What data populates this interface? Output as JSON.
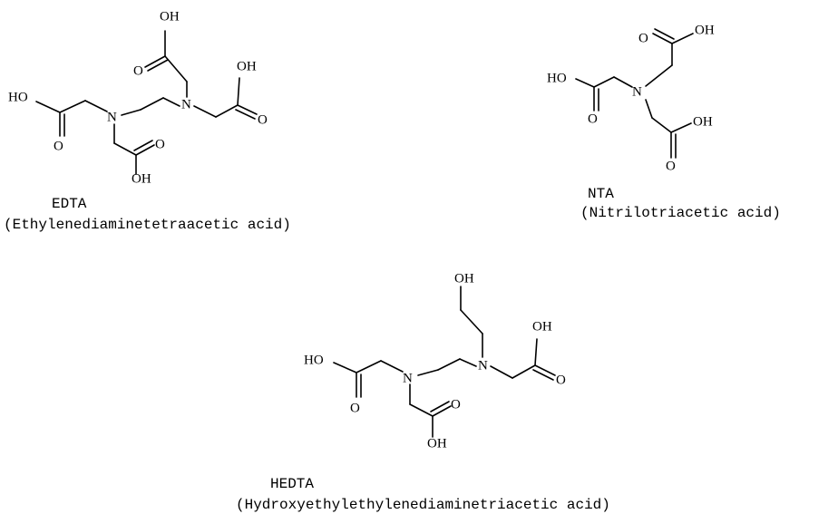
{
  "molecules": [
    {
      "name": "EDTA",
      "full_name": "(Ethylenediaminetetraacetic acid)",
      "labels": [
        "OH",
        "O",
        "OH",
        "O",
        "HO",
        "N",
        "N",
        "O",
        "O",
        "OH"
      ]
    },
    {
      "name": "NTA",
      "full_name": "(Nitrilotriacetic acid)",
      "labels": [
        "O",
        "OH",
        "HO",
        "N",
        "O",
        "OH",
        "O"
      ]
    },
    {
      "name": "HEDTA",
      "full_name": "(Hydroxyethylethylenediaminetriacetic acid)",
      "labels": [
        "OH",
        "OH",
        "HO",
        "N",
        "N",
        "O",
        "O",
        "O",
        "OH"
      ]
    }
  ]
}
